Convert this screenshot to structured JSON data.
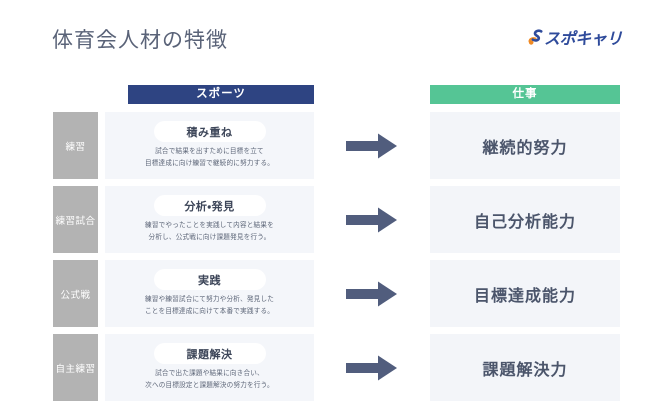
{
  "header": {
    "title": "体育会人材の特徴",
    "logo": {
      "name": "スポキャリ",
      "mark_color": "#f08a24",
      "text_color": "#2f4b9b"
    }
  },
  "columns": {
    "sports_header": "スポーツ",
    "work_header": "仕事",
    "sports_header_color": "#2e4482",
    "work_header_color": "#55c595"
  },
  "arrow": {
    "name": "arrow-right-icon",
    "color": "#515d7d"
  },
  "rows": [
    {
      "stage": "練習",
      "title": "積み重ね",
      "desc_line1": "試合で結果を出すために目標を立て",
      "desc_line2": "目標達成に向け練習で継続的に努力する。",
      "skill": "継続的努力"
    },
    {
      "stage": "練習試合",
      "title": "分析・発見",
      "desc_line1": "練習でやったことを実践して内容と結果を",
      "desc_line2": "分析し、公式戦に向け課題発見を行う。",
      "skill": "自己分析能力"
    },
    {
      "stage": "公式戦",
      "title": "実践",
      "desc_line1": "練習や練習試合にて努力や分析、発見した",
      "desc_line2": "ことを目標達成に向けて本番で実践する。",
      "skill": "目標達成能力"
    },
    {
      "stage": "自主練習",
      "title": "課題解決",
      "desc_line1": "試合で出た課題や結果に向き合い、",
      "desc_line2": "次への目標設定と課題解決の努力を行う。",
      "skill": "課題解決力"
    }
  ]
}
